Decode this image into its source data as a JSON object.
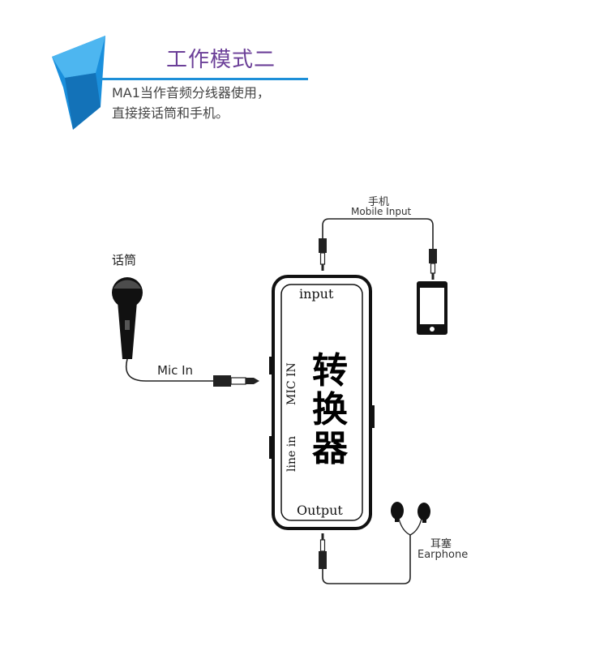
{
  "header": {
    "title": "工作模式二",
    "desc_line1": "MA1当作音频分线器使用，",
    "desc_line2": "直接接话筒和手机。"
  },
  "labels": {
    "phone_cn": "手机",
    "phone_en": "Mobile Input",
    "mic_cn": "话筒",
    "mic_in": "Mic In",
    "earphone_cn": "耳塞",
    "earphone_en": "Earphone"
  },
  "converter": {
    "input_label": "input",
    "output_label": "Output",
    "mic_in_label": "MIC IN",
    "line_in_label": "line in",
    "char1": "转",
    "char2": "换",
    "char3": "器"
  },
  "colors": {
    "title": "#6b3f98",
    "accent_blue": "#1d8fd8",
    "device_outline": "#111111"
  }
}
